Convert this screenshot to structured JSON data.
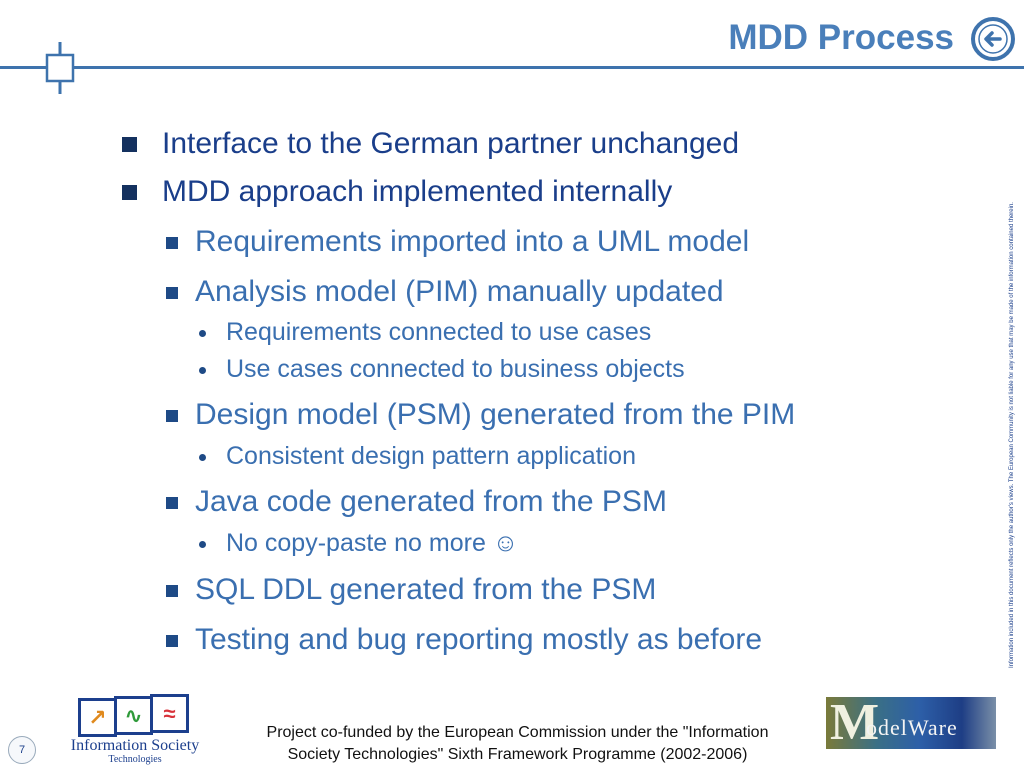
{
  "slide": {
    "title": "MDD Process",
    "page_number": "7"
  },
  "bullets": {
    "b1": "Interface to the German partner unchanged",
    "b2": "MDD approach implemented internally",
    "b2_1": "Requirements imported into a UML model",
    "b2_2": "Analysis model (PIM) manually updated",
    "b2_2_1": "Requirements connected to use cases",
    "b2_2_2": "Use cases connected to business objects",
    "b2_3": "Design model (PSM) generated from the PIM",
    "b2_3_1": "Consistent design pattern application",
    "b2_4": "Java code generated from the PSM",
    "b2_4_1": "No copy-paste no more ☺",
    "b2_5": "SQL DDL generated from the PSM",
    "b2_6": "Testing and bug reporting mostly as before"
  },
  "disclaimer": "Information included in this document reflects only the author's views. The European Community is not liable for any use that may be made of the information contained therein.",
  "footer": {
    "line1": "Project co-funded by the European Commission under the \"Information",
    "line2": "Society Technologies\" Sixth Framework Programme (2002-2006)"
  },
  "ist_logo": {
    "name": "Information Society",
    "sub": "Technologies"
  },
  "modelware_logo": {
    "m": "M",
    "text": "odelWare"
  },
  "colors": {
    "title": "#4a7fba",
    "rule": "#3e73ad",
    "level1_text": "#1a3e8a",
    "level2_text": "#3a6fb0"
  },
  "icons": {
    "back": "arrow-left-circle-icon",
    "corner": "crosshair-corner-icon"
  }
}
